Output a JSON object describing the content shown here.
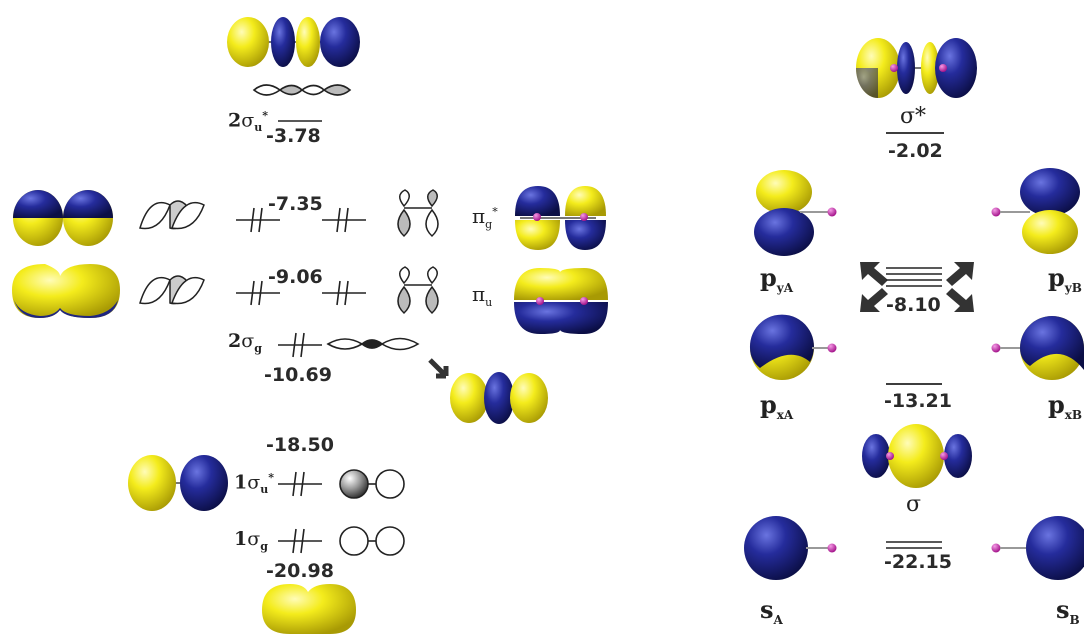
{
  "colors": {
    "lobe_yellow": "#F2EA10",
    "lobe_blue": "#1F2580",
    "atom_magenta": "#C81FA9",
    "ink": "#222222"
  },
  "left_panel": {
    "levels": [
      {
        "mo": "2σu*",
        "energy": "-3.78"
      },
      {
        "mo": "πg*",
        "energy": "-7.35"
      },
      {
        "mo": "πu",
        "energy": "-9.06"
      },
      {
        "mo": "2σg",
        "energy": "-10.69"
      },
      {
        "mo": "1σu*",
        "energy": "-18.50"
      },
      {
        "mo": "1σg",
        "energy": "-20.98"
      }
    ],
    "labels": {
      "two_sigma_u": {
        "base": "2",
        "greek": "σ",
        "sub": "u",
        "sup": "*"
      },
      "pi_g": {
        "greek": "π",
        "sub": "g",
        "sup": "*"
      },
      "pi_u": {
        "greek": "π",
        "sub": "u"
      },
      "two_sigma_g": {
        "base": "2",
        "greek": "σ",
        "sub": "g"
      },
      "one_sigma_u": {
        "base": "1",
        "greek": "σ",
        "sub": "u",
        "sup": "*"
      },
      "one_sigma_g": {
        "base": "1",
        "greek": "σ",
        "sub": "g"
      }
    }
  },
  "right_panel": {
    "sigma_star": {
      "label": "σ*",
      "energy": "-2.02"
    },
    "p_levels": {
      "energy": "-8.10"
    },
    "sigma": {
      "label": "σ",
      "energy": "-13.21"
    },
    "s_level": {
      "energy": "-22.15"
    },
    "atomic_labels": {
      "pyA": {
        "base": "p",
        "sub": "yA"
      },
      "pyB": {
        "base": "p",
        "sub": "yB"
      },
      "pxA": {
        "base": "p",
        "sub": "xA"
      },
      "pxB": {
        "base": "p",
        "sub": "xB"
      },
      "sA": {
        "base": "s",
        "sub": "A"
      },
      "sB": {
        "base": "s",
        "sub": "B"
      }
    }
  }
}
